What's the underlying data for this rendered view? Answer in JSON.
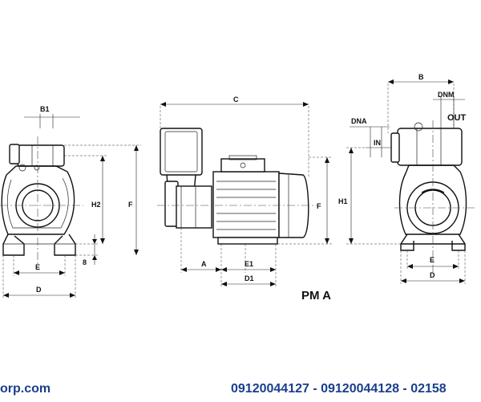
{
  "model_label": "PM A",
  "footer": {
    "website": "orp.com",
    "phones": "09120044127 - 09120044128 - 02158",
    "color": "#1a3e8c"
  },
  "views": {
    "left": {
      "labels": {
        "b1": "B1",
        "h2": "H2",
        "f": "F",
        "e": "E",
        "eight": "8",
        "d": "D"
      }
    },
    "side": {
      "labels": {
        "c": "C",
        "f": "F",
        "a": "A",
        "e1": "E1",
        "d1": "D1"
      }
    },
    "right": {
      "labels": {
        "b": "B",
        "dnm": "DNM",
        "out": "OUT",
        "dna": "DNA",
        "in": "IN",
        "h1": "H1",
        "e": "E",
        "d": "D"
      }
    }
  }
}
